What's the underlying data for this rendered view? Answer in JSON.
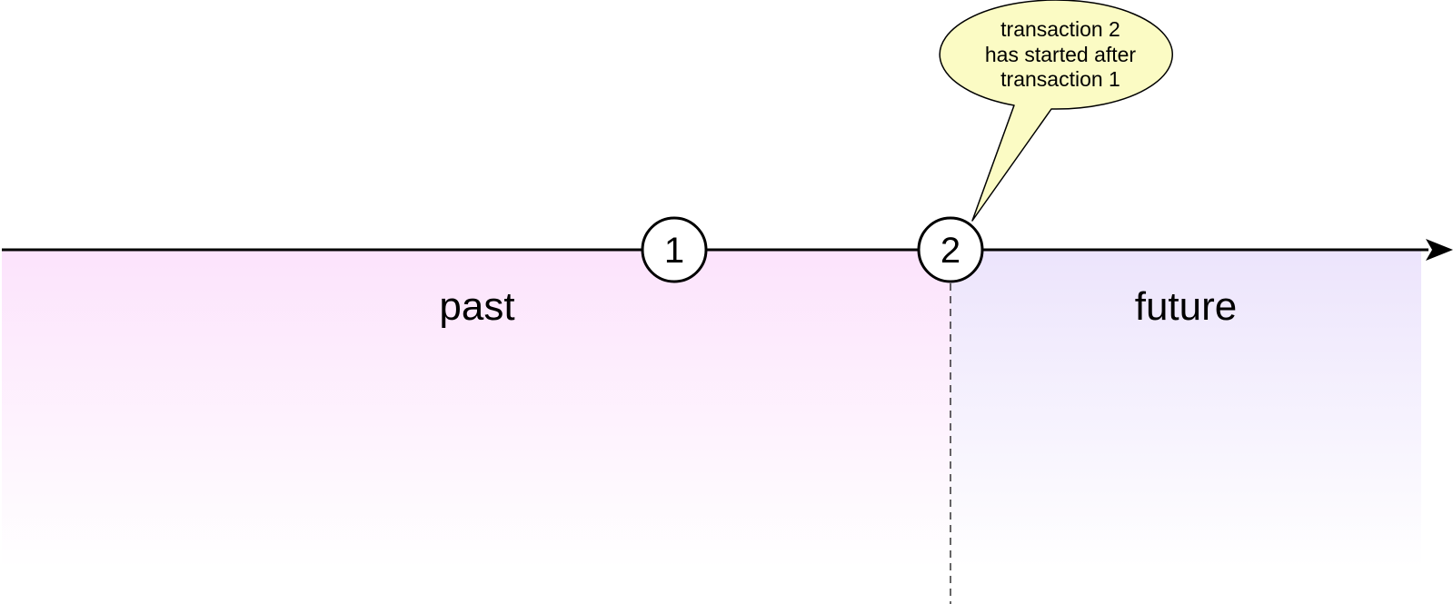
{
  "diagram": {
    "regions": {
      "past": {
        "label": "past",
        "color_top": "#fce3fc",
        "color_bottom": "#ffffff"
      },
      "future": {
        "label": "future",
        "color_top": "#ece4fc",
        "color_bottom": "#ffffff"
      }
    },
    "markers": [
      {
        "label": "1"
      },
      {
        "label": "2"
      }
    ],
    "callout": {
      "lines": [
        "transaction 2",
        "has started after",
        "transaction 1"
      ],
      "fill": "#fbfbc4",
      "stroke": "#000000"
    },
    "timeline": {
      "direction": "right",
      "arrow_icon": "arrowhead-right"
    }
  }
}
